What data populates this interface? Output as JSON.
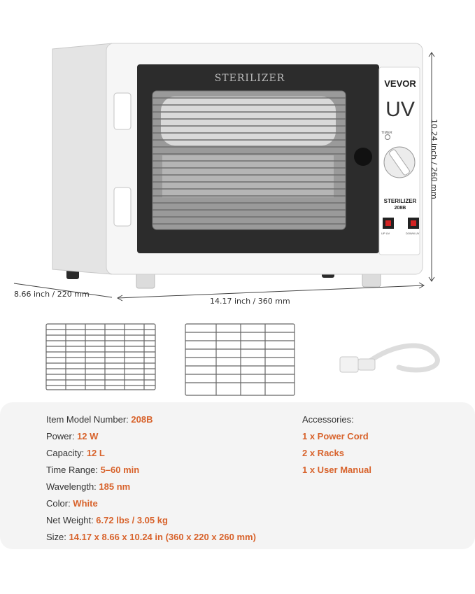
{
  "product": {
    "window_label": "STERILIZER",
    "brand": "VEVOR",
    "panel_big": "UV",
    "timer_label": "TIMER",
    "panel_label": "STERILIZER",
    "panel_model": "208B",
    "switch_left": "UP UV",
    "switch_right": "DOWN UV"
  },
  "dimensions": {
    "height": "10.24 inch / 260 mm",
    "width": "14.17 inch / 360 mm",
    "depth": "8.66 inch / 220 mm"
  },
  "specs": [
    {
      "label": "Item Model Number: ",
      "value": "208B"
    },
    {
      "label": "Power: ",
      "value": "12 W"
    },
    {
      "label": "Capacity: ",
      "value": "12 L"
    },
    {
      "label": "Time Range: ",
      "value": "5–60 min"
    },
    {
      "label": "Wavelength: ",
      "value": "185 nm"
    },
    {
      "label": "Color: ",
      "value": "White"
    },
    {
      "label": "Net Weight: ",
      "value": "6.72 lbs / 3.05 kg"
    },
    {
      "label": "Size: ",
      "value": "14.17 x 8.66 x 10.24 in (360 x 220 x 260 mm)"
    }
  ],
  "accessories": {
    "title": "Accessories:",
    "items": [
      "1 x Power Cord",
      "2 x Racks",
      "1 x User Manual"
    ]
  },
  "colors": {
    "accent": "#d8632c",
    "panel": "#2c2c2c"
  }
}
